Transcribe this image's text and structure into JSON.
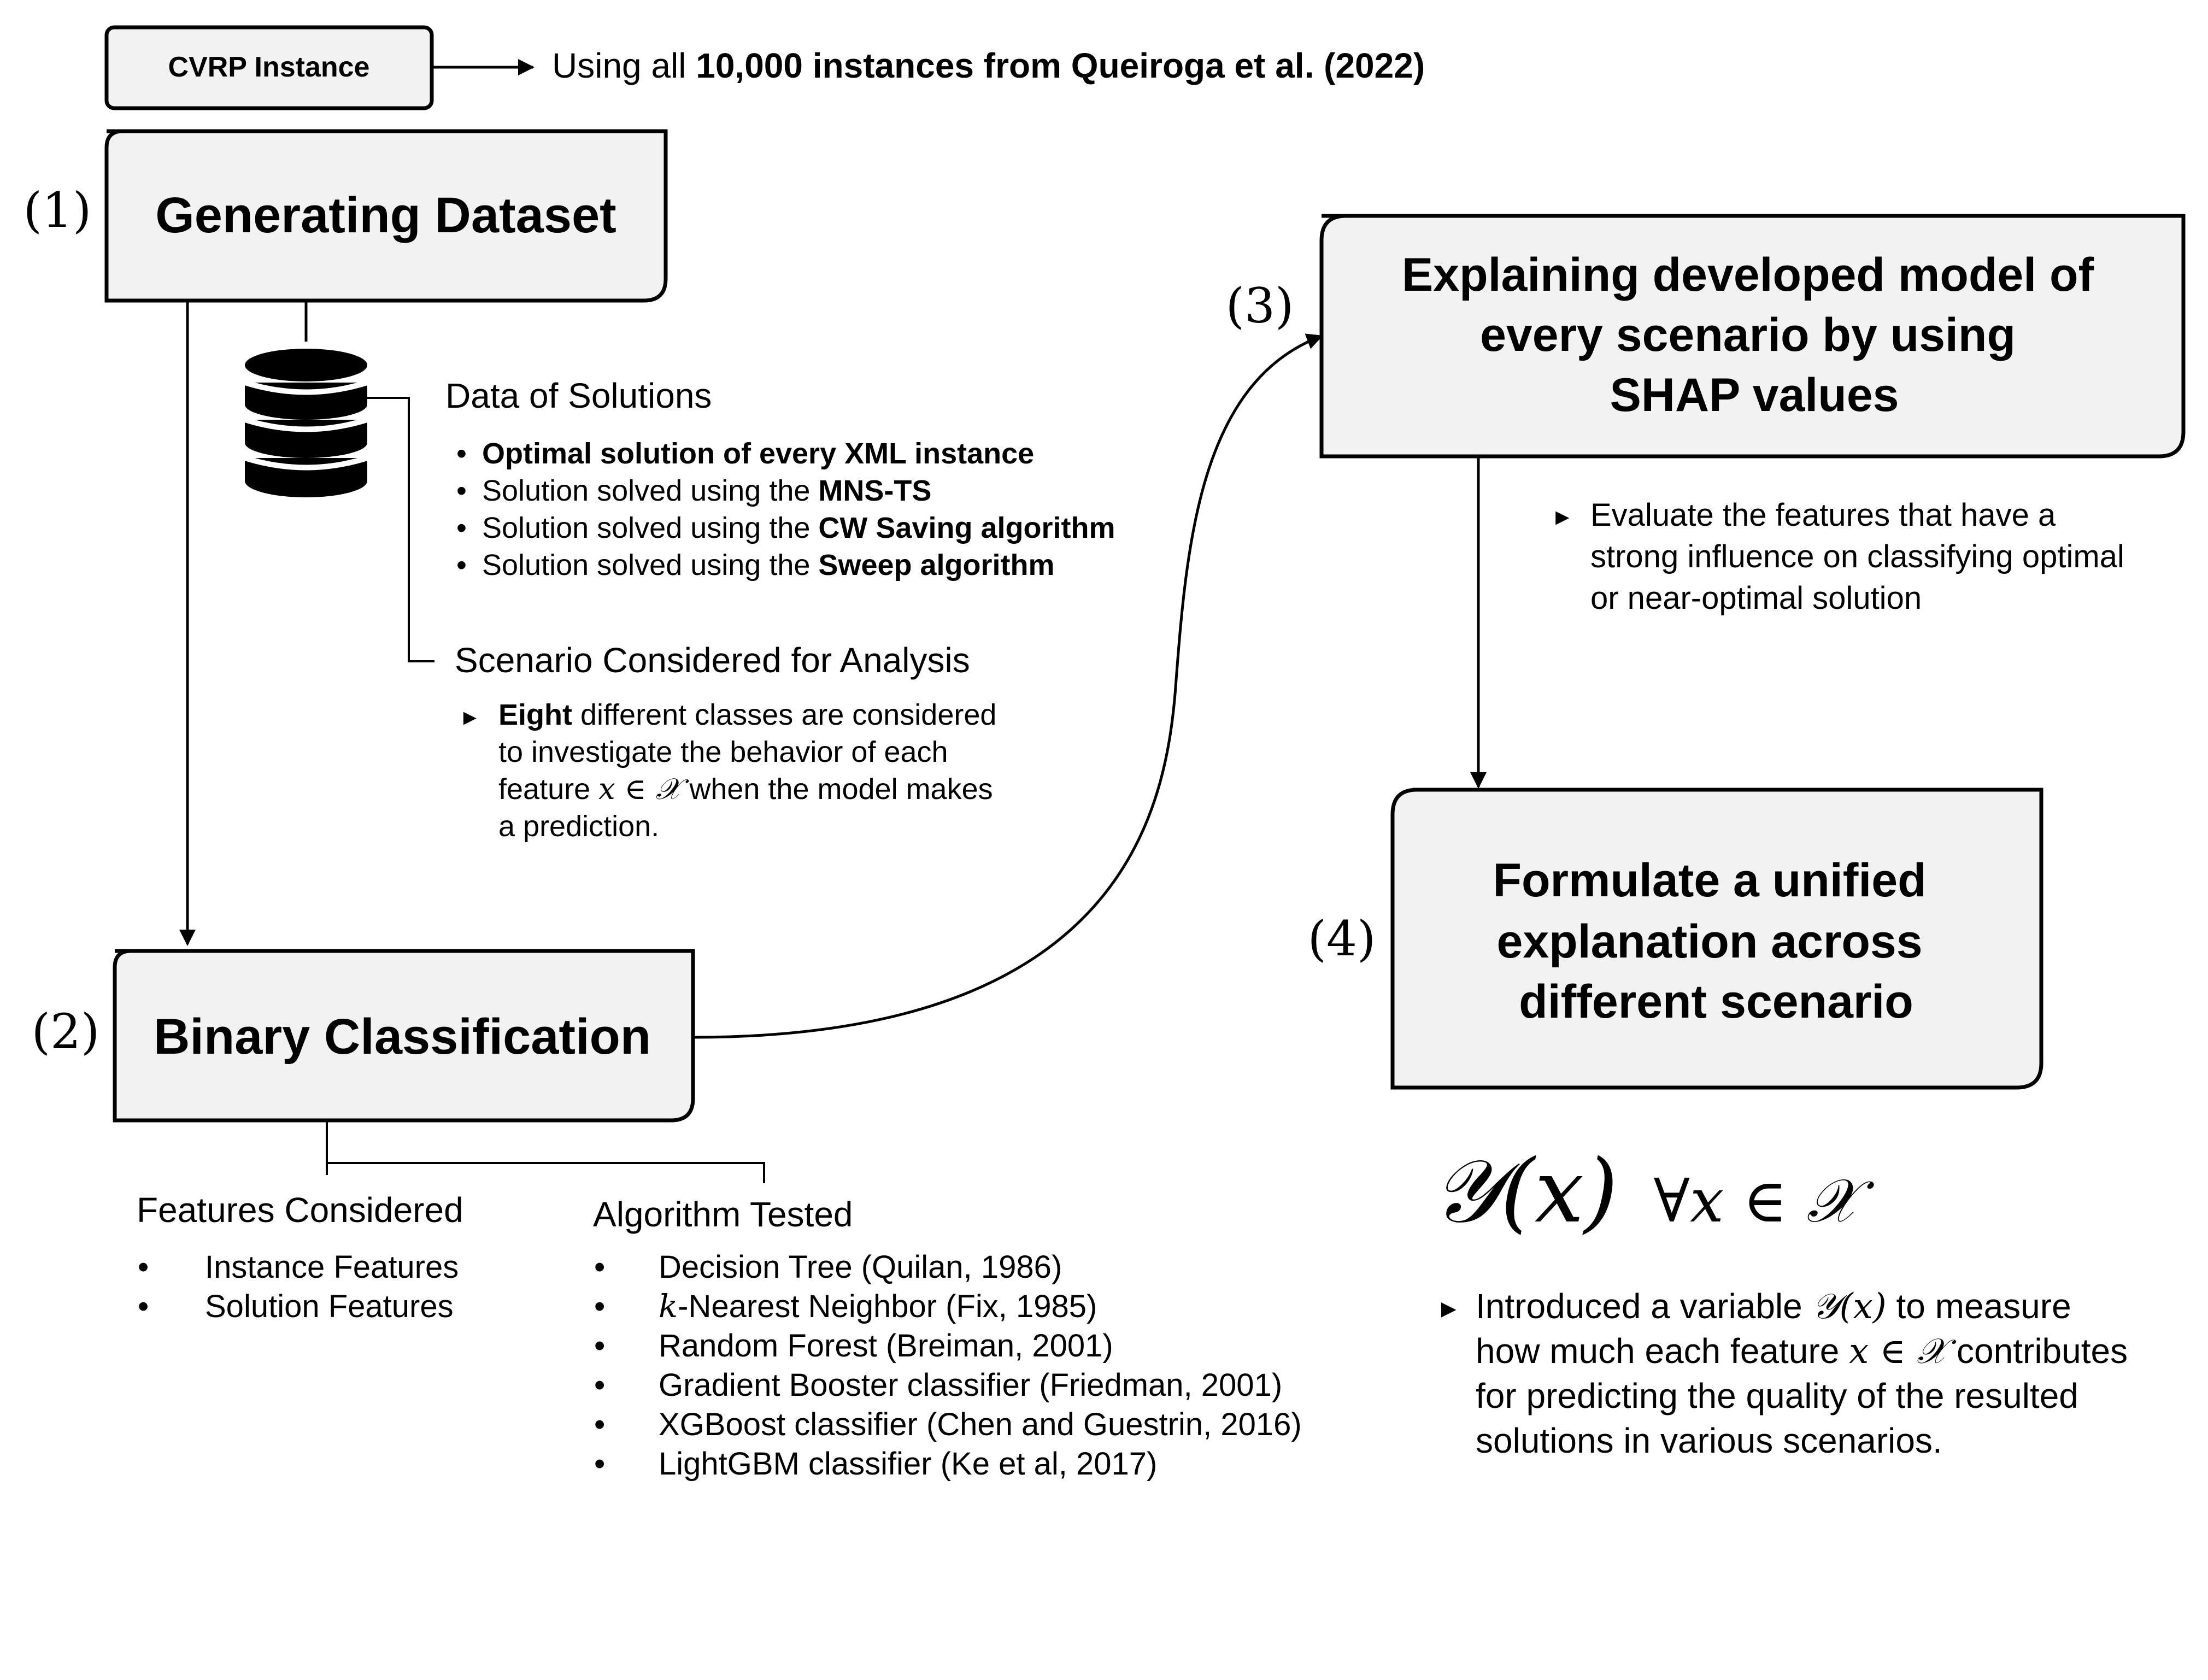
{
  "cvrp_box": {
    "label": "CVRP Instance"
  },
  "cvrp_note": {
    "prefix": "Using all ",
    "bold": "10,000 instances from Queiroga et al. (2022)"
  },
  "step1": {
    "number": "(1)",
    "title": "Generating Dataset"
  },
  "step2": {
    "number": "(2)",
    "title": "Binary Classification"
  },
  "step3": {
    "number": "(3)",
    "title_lines": [
      "Explaining developed model of",
      "every scenario by using",
      "SHAP values"
    ]
  },
  "step4": {
    "number": "(4)",
    "title_lines": [
      "Formulate a unified",
      "explanation across",
      "different scenario"
    ]
  },
  "data_solutions": {
    "heading": "Data of Solutions",
    "items": [
      {
        "plain": "",
        "bold": "Optimal solution of every XML instance"
      },
      {
        "plain": "Solution solved using the ",
        "bold": "MNS-TS"
      },
      {
        "plain": "Solution solved using the ",
        "bold": "CW Saving algorithm"
      },
      {
        "plain": "Solution solved using the ",
        "bold": "Sweep algorithm"
      }
    ]
  },
  "scenario": {
    "heading": "Scenario Considered for Analysis",
    "bold": "Eight",
    "line1_rest": " different classes are considered",
    "line2": "to investigate the behavior of each",
    "line3_pre": "feature ",
    "line3_math": "x ∈ 𝒳",
    "line3_post": " when the model makes",
    "line4": "a prediction."
  },
  "features": {
    "heading": "Features Considered",
    "items": [
      "Instance Features",
      "Solution Features"
    ]
  },
  "algorithms": {
    "heading": "Algorithm Tested",
    "items": [
      "Decision Tree (Quilan, 1986)",
      "-Nearest Neighbor (Fix, 1985)",
      "Random Forest (Breiman, 2001)",
      "Gradient Booster classifier (Friedman, 2001)",
      "XGBoost classifier (Chen and Guestrin, 2016)",
      "LightGBM classifier (Ke et al, 2017)"
    ],
    "knn_k": "k"
  },
  "evaluate": {
    "lines": [
      "Evaluate the features that have a",
      "strong influence on classifying optimal",
      "or near-optimal solution"
    ]
  },
  "formula": {
    "main": "𝒴(x)",
    "rest": "∀x ∈ 𝒳"
  },
  "intro": {
    "l1_pre": "Introduced a variable ",
    "l1_math": "𝒴(x)",
    "l1_post": " to measure",
    "l2_pre": "how much each feature ",
    "l2_math": "x ∈ 𝒳",
    "l2_post": " contributes",
    "l3": "for predicting the quality of the resulted",
    "l4": "solutions in various scenarios."
  },
  "glyphs": {
    "bullet": "•",
    "triangle": "►"
  },
  "colors": {
    "box_fill": "#f2f2f2",
    "stroke": "#000000",
    "db": "#000000",
    "text": "#111111"
  }
}
